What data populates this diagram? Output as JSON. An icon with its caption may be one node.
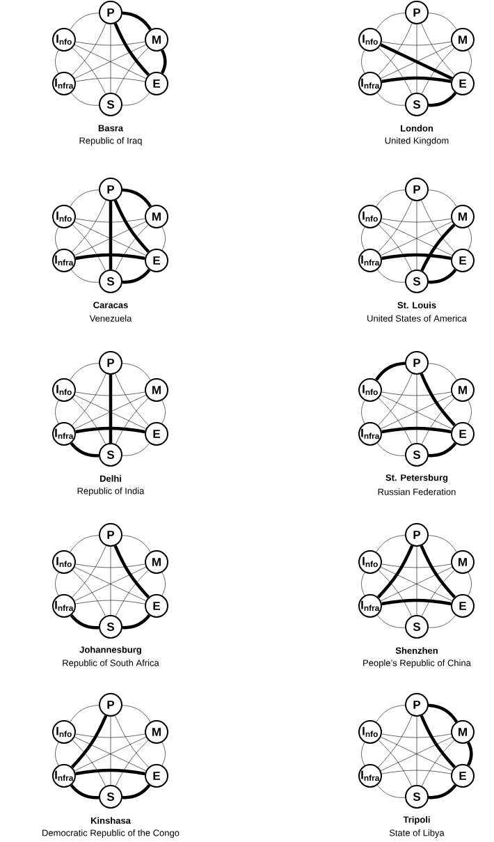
{
  "diagram": {
    "nodes": [
      {
        "text": [
          "P"
        ]
      },
      {
        "text": [
          "M"
        ]
      },
      {
        "text": [
          "E"
        ]
      },
      {
        "text": [
          "S"
        ]
      },
      {
        "text": [
          "I$_{nfra}$"
        ]
      },
      {
        "text": [
          "I$_{nfo}$"
        ]
      },
      {
        "text": [
          "P"
        ]
      },
      {
        "text": [
          "M"
        ]
      },
      {
        "text": [
          "E"
        ]
      },
      {
        "text": [
          "S"
        ]
      },
      {
        "text": [
          "I$_{nfra}$"
        ]
      },
      {
        "text": [
          "I$_{nfo}$"
        ]
      },
      {
        "text": [
          "P"
        ]
      },
      {
        "text": [
          "M"
        ]
      },
      {
        "text": [
          "E"
        ]
      },
      {
        "text": [
          "S"
        ]
      },
      {
        "text": [
          "I$_{nfra}$"
        ]
      },
      {
        "text": [
          "I$_{nfo}$"
        ]
      },
      {
        "text": [
          "P"
        ]
      },
      {
        "text": [
          "M"
        ]
      },
      {
        "text": [
          "E"
        ]
      },
      {
        "text": [
          "S"
        ]
      },
      {
        "text": [
          "I$_{nfra}$"
        ]
      },
      {
        "text": [
          "I$_{nfo}$"
        ]
      },
      {
        "text": [
          "P"
        ]
      },
      {
        "text": [
          "M"
        ]
      },
      {
        "text": [
          "E"
        ]
      },
      {
        "text": [
          "S"
        ]
      },
      {
        "text": [
          "I$_{nfra}$"
        ]
      },
      {
        "text": [
          "I$_{nfo}$"
        ]
      },
      {
        "text": [
          "P"
        ]
      },
      {
        "text": [
          "M"
        ]
      },
      {
        "text": [
          "E"
        ]
      },
      {
        "text": [
          "S"
        ]
      },
      {
        "text": [
          "I$_{nfra}$"
        ]
      },
      {
        "text": [
          "I$_{nfo}$"
        ]
      },
      {
        "text": [
          "P"
        ]
      },
      {
        "text": [
          "M"
        ]
      },
      {
        "text": [
          "E"
        ]
      },
      {
        "text": [
          "S"
        ]
      },
      {
        "text": [
          "I$_{nfra}$"
        ]
      },
      {
        "text": [
          "I$_{nfo}$"
        ]
      },
      {
        "text": [
          "P"
        ]
      },
      {
        "text": [
          "M"
        ]
      },
      {
        "text": [
          "E"
        ]
      },
      {
        "text": [
          "S"
        ]
      },
      {
        "text": [
          "I$_{nfra}$"
        ]
      },
      {
        "text": [
          "I$_{nfo}$"
        ]
      },
      {
        "text": [
          "P"
        ]
      },
      {
        "text": [
          "M"
        ]
      },
      {
        "text": [
          "E"
        ]
      },
      {
        "text": [
          "S"
        ]
      },
      {
        "text": [
          "I$_{nfra}$"
        ]
      },
      {
        "text": [
          "I$_{nfo}$"
        ]
      },
      {
        "text": [
          "P"
        ]
      },
      {
        "text": [
          "M"
        ]
      },
      {
        "text": [
          "E"
        ]
      },
      {
        "text": [
          "S"
        ]
      },
      {
        "text": [
          "I$_{nfra}$"
        ]
      },
      {
        "text": [
          "I$_{nfo}$"
        ]
      }
    ],
    "edges": [
      {
        "from": 0,
        "to": 1,
        "arrow": "none",
        "style": "thick"
      },
      {
        "from": 0,
        "to": 2,
        "arrow": "none",
        "style": "thick"
      },
      {
        "from": 0,
        "to": 3,
        "arrow": "none"
      },
      {
        "from": 0,
        "to": 4,
        "arrow": "none"
      },
      {
        "from": 0,
        "to": 5,
        "arrow": "none"
      },
      {
        "from": 1,
        "to": 2,
        "arrow": "none",
        "style": "thick"
      },
      {
        "from": 1,
        "to": 3,
        "arrow": "none"
      },
      {
        "from": 1,
        "to": 4,
        "arrow": "none"
      },
      {
        "from": 1,
        "to": 5,
        "arrow": "none"
      },
      {
        "from": 2,
        "to": 3,
        "arrow": "none"
      },
      {
        "from": 2,
        "to": 4,
        "arrow": "none"
      },
      {
        "from": 2,
        "to": 5,
        "arrow": "none"
      },
      {
        "from": 3,
        "to": 4,
        "arrow": "none"
      },
      {
        "from": 3,
        "to": 5,
        "arrow": "none"
      },
      {
        "from": 4,
        "to": 5,
        "arrow": "none"
      },
      {
        "from": 6,
        "to": 7,
        "arrow": "none"
      },
      {
        "from": 6,
        "to": 8,
        "arrow": "none"
      },
      {
        "from": 6,
        "to": 9,
        "arrow": "none"
      },
      {
        "from": 6,
        "to": 10,
        "arrow": "none"
      },
      {
        "from": 6,
        "to": 11,
        "arrow": "none"
      },
      {
        "from": 7,
        "to": 8,
        "arrow": "none"
      },
      {
        "from": 7,
        "to": 9,
        "arrow": "none"
      },
      {
        "from": 7,
        "to": 10,
        "arrow": "none"
      },
      {
        "from": 7,
        "to": 11,
        "arrow": "none"
      },
      {
        "from": 8,
        "to": 9,
        "arrow": "none",
        "style": "thick"
      },
      {
        "from": 8,
        "to": 10,
        "arrow": "none",
        "style": "thick"
      },
      {
        "from": 8,
        "to": 11,
        "arrow": "none",
        "style": "thick"
      },
      {
        "from": 9,
        "to": 10,
        "arrow": "none"
      },
      {
        "from": 9,
        "to": 11,
        "arrow": "none"
      },
      {
        "from": 10,
        "to": 11,
        "arrow": "none"
      },
      {
        "from": 12,
        "to": 13,
        "arrow": "none",
        "style": "thick"
      },
      {
        "from": 12,
        "to": 14,
        "arrow": "none",
        "style": "thick"
      },
      {
        "from": 12,
        "to": 15,
        "arrow": "none",
        "style": "thick"
      },
      {
        "from": 12,
        "to": 16,
        "arrow": "none"
      },
      {
        "from": 12,
        "to": 17,
        "arrow": "none"
      },
      {
        "from": 13,
        "to": 14,
        "arrow": "none"
      },
      {
        "from": 13,
        "to": 15,
        "arrow": "none"
      },
      {
        "from": 13,
        "to": 16,
        "arrow": "none"
      },
      {
        "from": 13,
        "to": 17,
        "arrow": "none"
      },
      {
        "from": 14,
        "to": 15,
        "arrow": "none",
        "style": "thick"
      },
      {
        "from": 14,
        "to": 16,
        "arrow": "none",
        "style": "thick"
      },
      {
        "from": 14,
        "to": 17,
        "arrow": "none"
      },
      {
        "from": 15,
        "to": 16,
        "arrow": "none"
      },
      {
        "from": 15,
        "to": 17,
        "arrow": "none"
      },
      {
        "from": 16,
        "to": 17,
        "arrow": "none"
      },
      {
        "from": 18,
        "to": 19,
        "arrow": "none"
      },
      {
        "from": 18,
        "to": 20,
        "arrow": "none"
      },
      {
        "from": 18,
        "to": 21,
        "arrow": "none"
      },
      {
        "from": 18,
        "to": 22,
        "arrow": "none"
      },
      {
        "from": 18,
        "to": 23,
        "arrow": "none"
      },
      {
        "from": 19,
        "to": 20,
        "arrow": "none"
      },
      {
        "from": 19,
        "to": 21,
        "arrow": "none",
        "style": "thick"
      },
      {
        "from": 19,
        "to": 22,
        "arrow": "none"
      },
      {
        "from": 19,
        "to": 23,
        "arrow": "none"
      },
      {
        "from": 20,
        "to": 21,
        "arrow": "none",
        "style": "thick"
      },
      {
        "from": 20,
        "to": 22,
        "arrow": "none",
        "style": "thick"
      },
      {
        "from": 20,
        "to": 23,
        "arrow": "none"
      },
      {
        "from": 21,
        "to": 22,
        "arrow": "none"
      },
      {
        "from": 21,
        "to": 23,
        "arrow": "none"
      },
      {
        "from": 22,
        "to": 23,
        "arrow": "none"
      },
      {
        "from": 24,
        "to": 25,
        "arrow": "none"
      },
      {
        "from": 24,
        "to": 26,
        "arrow": "none"
      },
      {
        "from": 24,
        "to": 27,
        "arrow": "none",
        "style": "thick"
      },
      {
        "from": 24,
        "to": 28,
        "arrow": "none"
      },
      {
        "from": 24,
        "to": 29,
        "arrow": "none"
      },
      {
        "from": 25,
        "to": 26,
        "arrow": "none"
      },
      {
        "from": 25,
        "to": 27,
        "arrow": "none"
      },
      {
        "from": 25,
        "to": 28,
        "arrow": "none"
      },
      {
        "from": 25,
        "to": 29,
        "arrow": "none"
      },
      {
        "from": 26,
        "to": 27,
        "arrow": "none"
      },
      {
        "from": 26,
        "to": 28,
        "arrow": "none",
        "style": "thick"
      },
      {
        "from": 26,
        "to": 29,
        "arrow": "none"
      },
      {
        "from": 27,
        "to": 28,
        "arrow": "none",
        "style": "thick"
      },
      {
        "from": 27,
        "to": 29,
        "arrow": "none"
      },
      {
        "from": 28,
        "to": 29,
        "arrow": "none"
      },
      {
        "from": 30,
        "to": 31,
        "arrow": "none"
      },
      {
        "from": 30,
        "to": 32,
        "arrow": "none",
        "style": "thick"
      },
      {
        "from": 30,
        "to": 33,
        "arrow": "none"
      },
      {
        "from": 30,
        "to": 34,
        "arrow": "none"
      },
      {
        "from": 30,
        "to": 35,
        "arrow": "none",
        "style": "thick"
      },
      {
        "from": 31,
        "to": 32,
        "arrow": "none"
      },
      {
        "from": 31,
        "to": 33,
        "arrow": "none"
      },
      {
        "from": 31,
        "to": 34,
        "arrow": "none"
      },
      {
        "from": 31,
        "to": 35,
        "arrow": "none"
      },
      {
        "from": 32,
        "to": 33,
        "arrow": "none",
        "style": "thick"
      },
      {
        "from": 32,
        "to": 34,
        "arrow": "none",
        "style": "thick"
      },
      {
        "from": 32,
        "to": 35,
        "arrow": "none"
      },
      {
        "from": 33,
        "to": 34,
        "arrow": "none"
      },
      {
        "from": 33,
        "to": 35,
        "arrow": "none"
      },
      {
        "from": 34,
        "to": 35,
        "arrow": "none"
      },
      {
        "from": 36,
        "to": 37,
        "arrow": "none"
      },
      {
        "from": 36,
        "to": 38,
        "arrow": "none",
        "style": "thick"
      },
      {
        "from": 36,
        "to": 39,
        "arrow": "none"
      },
      {
        "from": 36,
        "to": 40,
        "arrow": "none"
      },
      {
        "from": 36,
        "to": 41,
        "arrow": "none"
      },
      {
        "from": 37,
        "to": 38,
        "arrow": "none"
      },
      {
        "from": 37,
        "to": 39,
        "arrow": "none"
      },
      {
        "from": 37,
        "to": 40,
        "arrow": "none"
      },
      {
        "from": 37,
        "to": 41,
        "arrow": "none"
      },
      {
        "from": 38,
        "to": 39,
        "arrow": "none",
        "style": "thick"
      },
      {
        "from": 38,
        "to": 40,
        "arrow": "none"
      },
      {
        "from": 38,
        "to": 41,
        "arrow": "none"
      },
      {
        "from": 39,
        "to": 40,
        "arrow": "none",
        "style": "thick"
      },
      {
        "from": 39,
        "to": 41,
        "arrow": "none"
      },
      {
        "from": 40,
        "to": 41,
        "arrow": "none"
      },
      {
        "from": 42,
        "to": 43,
        "arrow": "none"
      },
      {
        "from": 42,
        "to": 44,
        "arrow": "none",
        "style": "thick"
      },
      {
        "from": 42,
        "to": 45,
        "arrow": "none"
      },
      {
        "from": 42,
        "to": 46,
        "arrow": "none",
        "style": "thick"
      },
      {
        "from": 42,
        "to": 47,
        "arrow": "none"
      },
      {
        "from": 43,
        "to": 44,
        "arrow": "none"
      },
      {
        "from": 43,
        "to": 45,
        "arrow": "none"
      },
      {
        "from": 43,
        "to": 46,
        "arrow": "none"
      },
      {
        "from": 43,
        "to": 47,
        "arrow": "none"
      },
      {
        "from": 44,
        "to": 45,
        "arrow": "none"
      },
      {
        "from": 44,
        "to": 46,
        "arrow": "none",
        "style": "thick"
      },
      {
        "from": 44,
        "to": 47,
        "arrow": "none"
      },
      {
        "from": 45,
        "to": 46,
        "arrow": "none"
      },
      {
        "from": 45,
        "to": 47,
        "arrow": "none"
      },
      {
        "from": 46,
        "to": 47,
        "arrow": "none"
      },
      {
        "from": 48,
        "to": 49,
        "arrow": "none"
      },
      {
        "from": 48,
        "to": 50,
        "arrow": "none"
      },
      {
        "from": 48,
        "to": 51,
        "arrow": "none"
      },
      {
        "from": 48,
        "to": 52,
        "arrow": "none",
        "style": "thick"
      },
      {
        "from": 48,
        "to": 53,
        "arrow": "none"
      },
      {
        "from": 49,
        "to": 50,
        "arrow": "none"
      },
      {
        "from": 49,
        "to": 51,
        "arrow": "none"
      },
      {
        "from": 49,
        "to": 52,
        "arrow": "none"
      },
      {
        "from": 49,
        "to": 53,
        "arrow": "none"
      },
      {
        "from": 50,
        "to": 51,
        "arrow": "none",
        "style": "thick"
      },
      {
        "from": 50,
        "to": 52,
        "arrow": "none",
        "style": "thick"
      },
      {
        "from": 50,
        "to": 53,
        "arrow": "none"
      },
      {
        "from": 51,
        "to": 52,
        "arrow": "none",
        "style": "thick"
      },
      {
        "from": 51,
        "to": 53,
        "arrow": "none"
      },
      {
        "from": 52,
        "to": 53,
        "arrow": "none"
      },
      {
        "from": 54,
        "to": 55,
        "arrow": "none",
        "style": "thick"
      },
      {
        "from": 54,
        "to": 56,
        "arrow": "none",
        "style": "thick"
      },
      {
        "from": 54,
        "to": 57,
        "arrow": "none"
      },
      {
        "from": 54,
        "to": 58,
        "arrow": "none"
      },
      {
        "from": 54,
        "to": 59,
        "arrow": "none"
      },
      {
        "from": 55,
        "to": 56,
        "arrow": "none",
        "style": "thick"
      },
      {
        "from": 55,
        "to": 57,
        "arrow": "none"
      },
      {
        "from": 55,
        "to": 58,
        "arrow": "none"
      },
      {
        "from": 55,
        "to": 59,
        "arrow": "none"
      },
      {
        "from": 56,
        "to": 57,
        "arrow": "none",
        "style": "thick"
      },
      {
        "from": 56,
        "to": 58,
        "arrow": "none"
      },
      {
        "from": 56,
        "to": 59,
        "arrow": "none"
      },
      {
        "from": 57,
        "to": 58,
        "arrow": "none"
      },
      {
        "from": 57,
        "to": 59,
        "arrow": "none"
      },
      {
        "from": 58,
        "to": 59,
        "arrow": "none"
      }
    ],
    "labels": [
      "Basra",
      "Republic of Iraq",
      "London",
      "United Kingdom",
      "Caracas",
      "Venezuela",
      "St. Louis",
      "United States of America",
      "Delhi",
      "Republic of India",
      "St. Petersburg",
      "Russian Federation",
      "Johannesburg",
      "Republic of South Africa",
      "Shenzhen",
      "People’s Republic of China",
      "Kinshasa",
      "Democratic Republic of the Congo",
      "Tripoli",
      "State of Libya"
    ]
  }
}
